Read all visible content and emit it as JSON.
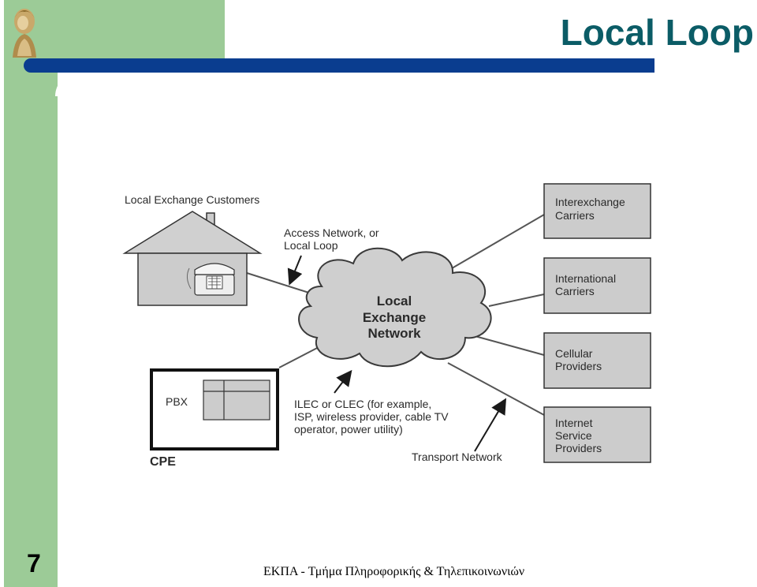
{
  "title": "Local Loop",
  "page_number": "7",
  "footer": "ΕΚΠΑ - Τμήμα Πληροφορικής & Τηλεπικοινωνιών",
  "diagram": {
    "customers_label": "Local Exchange Customers",
    "access_label_1": "Access Network, or",
    "access_label_2": "Local Loop",
    "cloud_line_1": "Local",
    "cloud_line_2": "Exchange",
    "cloud_line_3": "Network",
    "pbx_label": "PBX",
    "cpe_label": "CPE",
    "ilec_line_1": "ILEC or CLEC (for example,",
    "ilec_line_2": "ISP, wireless provider, cable TV",
    "ilec_line_3": "operator, power utility)",
    "transport_label": "Transport Network",
    "interexchange_1": "Interexchange",
    "interexchange_2": "Carriers",
    "international_1": "International",
    "international_2": "Carriers",
    "cellular_1": "Cellular",
    "cellular_2": "Providers",
    "isp_1": "Internet",
    "isp_2": "Service",
    "isp_3": "Providers"
  }
}
